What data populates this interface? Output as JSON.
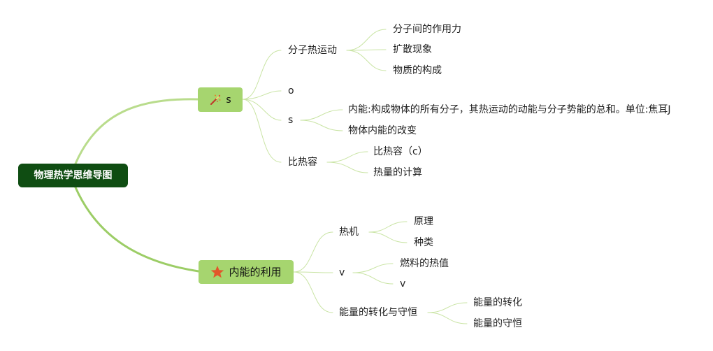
{
  "root": {
    "label": "物理热学思维导图"
  },
  "branches": [
    {
      "label": "s",
      "icon": "magic-wand-icon",
      "children": [
        {
          "label": "分子热运动",
          "children": [
            "分子间的作用力",
            "扩散现象",
            "物质的构成"
          ]
        },
        {
          "label": "o",
          "children": []
        },
        {
          "label": "s",
          "children": [
            "内能:构成物体的所有分子，其热运动的动能与分子势能的总和。单位:焦耳J",
            "物体内能的改变"
          ]
        },
        {
          "label": "比热容",
          "children": [
            "比热容（c）",
            "热量的计算"
          ]
        }
      ]
    },
    {
      "label": "内能的利用",
      "icon": "star-icon",
      "children": [
        {
          "label": "热机",
          "children": [
            "原理",
            "种类"
          ]
        },
        {
          "label": "v",
          "children": [
            "燃料的热值",
            "v"
          ]
        },
        {
          "label": "能量的转化与守恒",
          "children": [
            "能量的转化",
            "能量的守恒"
          ]
        }
      ]
    }
  ],
  "colors": {
    "root_bg": "#0f4d12",
    "branch_bg": "#a6d56f",
    "edge": "#b9dc8c"
  }
}
